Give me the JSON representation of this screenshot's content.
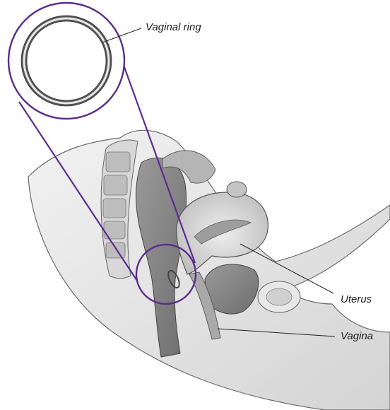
{
  "labels": {
    "vaginal_ring": "Vaginal ring",
    "uterus": "Uterus",
    "vagina": "Vagina"
  },
  "colors": {
    "callout": "#5b2d8e",
    "leader_line": "#222222",
    "tissue_light": "#e6e6e6",
    "tissue_mid": "#c9c9c9",
    "tissue_dark": "#8a8a8a",
    "outline": "#555555"
  },
  "icons": {
    "ring": "vaginal-ring-icon"
  }
}
